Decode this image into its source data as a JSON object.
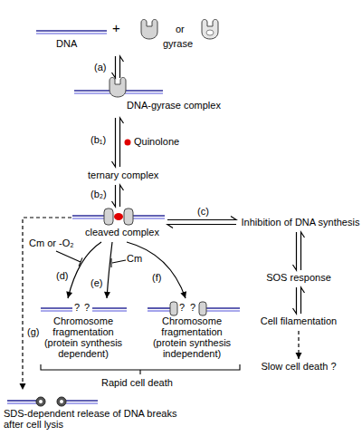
{
  "diagram": {
    "nodes": [
      {
        "text": [
          "DNA",
          "+",
          "or",
          "gyrase"
        ]
      },
      {
        "text": [
          "DNA-gyrase complex"
        ]
      },
      {
        "text": [
          "ternary complex"
        ]
      },
      {
        "text": [
          "cleaved complex"
        ]
      },
      {
        "text": [
          "Inhibition of DNA synthesis"
        ]
      },
      {
        "text": [
          "SOS response"
        ]
      },
      {
        "text": [
          "Cell filamentation"
        ]
      },
      {
        "text": [
          "Slow cell death ?"
        ]
      },
      {
        "text": [
          "Chromosome fragmentation (protein synthesis dependent)"
        ]
      },
      {
        "text": [
          "Chromosome fragmentation (protein synthesis independent)"
        ]
      },
      {
        "text": [
          "SDS-dependent release of DNA breaks after cell lysis"
        ]
      }
    ],
    "edges": [
      {
        "from": 0,
        "to": 1,
        "arrow": "both",
        "label": "(a)"
      },
      {
        "from": 1,
        "to": 2,
        "arrow": "both",
        "label": "(b₁)"
      },
      {
        "from": 2,
        "to": 3,
        "arrow": "both",
        "label": "(b₂)"
      },
      {
        "from": 3,
        "to": 4,
        "arrow": "both",
        "label": "(c)"
      },
      {
        "from": 4,
        "to": 5,
        "arrow": "both"
      },
      {
        "from": 5,
        "to": 6,
        "arrow": "both"
      },
      {
        "from": 6,
        "to": 7,
        "arrow": "to"
      },
      {
        "from": 3,
        "to": 8,
        "arrow": "to",
        "label": "(d)"
      },
      {
        "from": 3,
        "to": 8,
        "arrow": "to",
        "label": "(e)"
      },
      {
        "from": 3,
        "to": 9,
        "arrow": "to",
        "label": "(f)"
      },
      {
        "from": 3,
        "to": 10,
        "arrow": "to",
        "label": "(g)"
      }
    ],
    "labels": [
      "Quinolone",
      "Cm or -O₂",
      "Cm",
      "?",
      "?",
      "?",
      "?",
      "Rapid cell death"
    ]
  }
}
